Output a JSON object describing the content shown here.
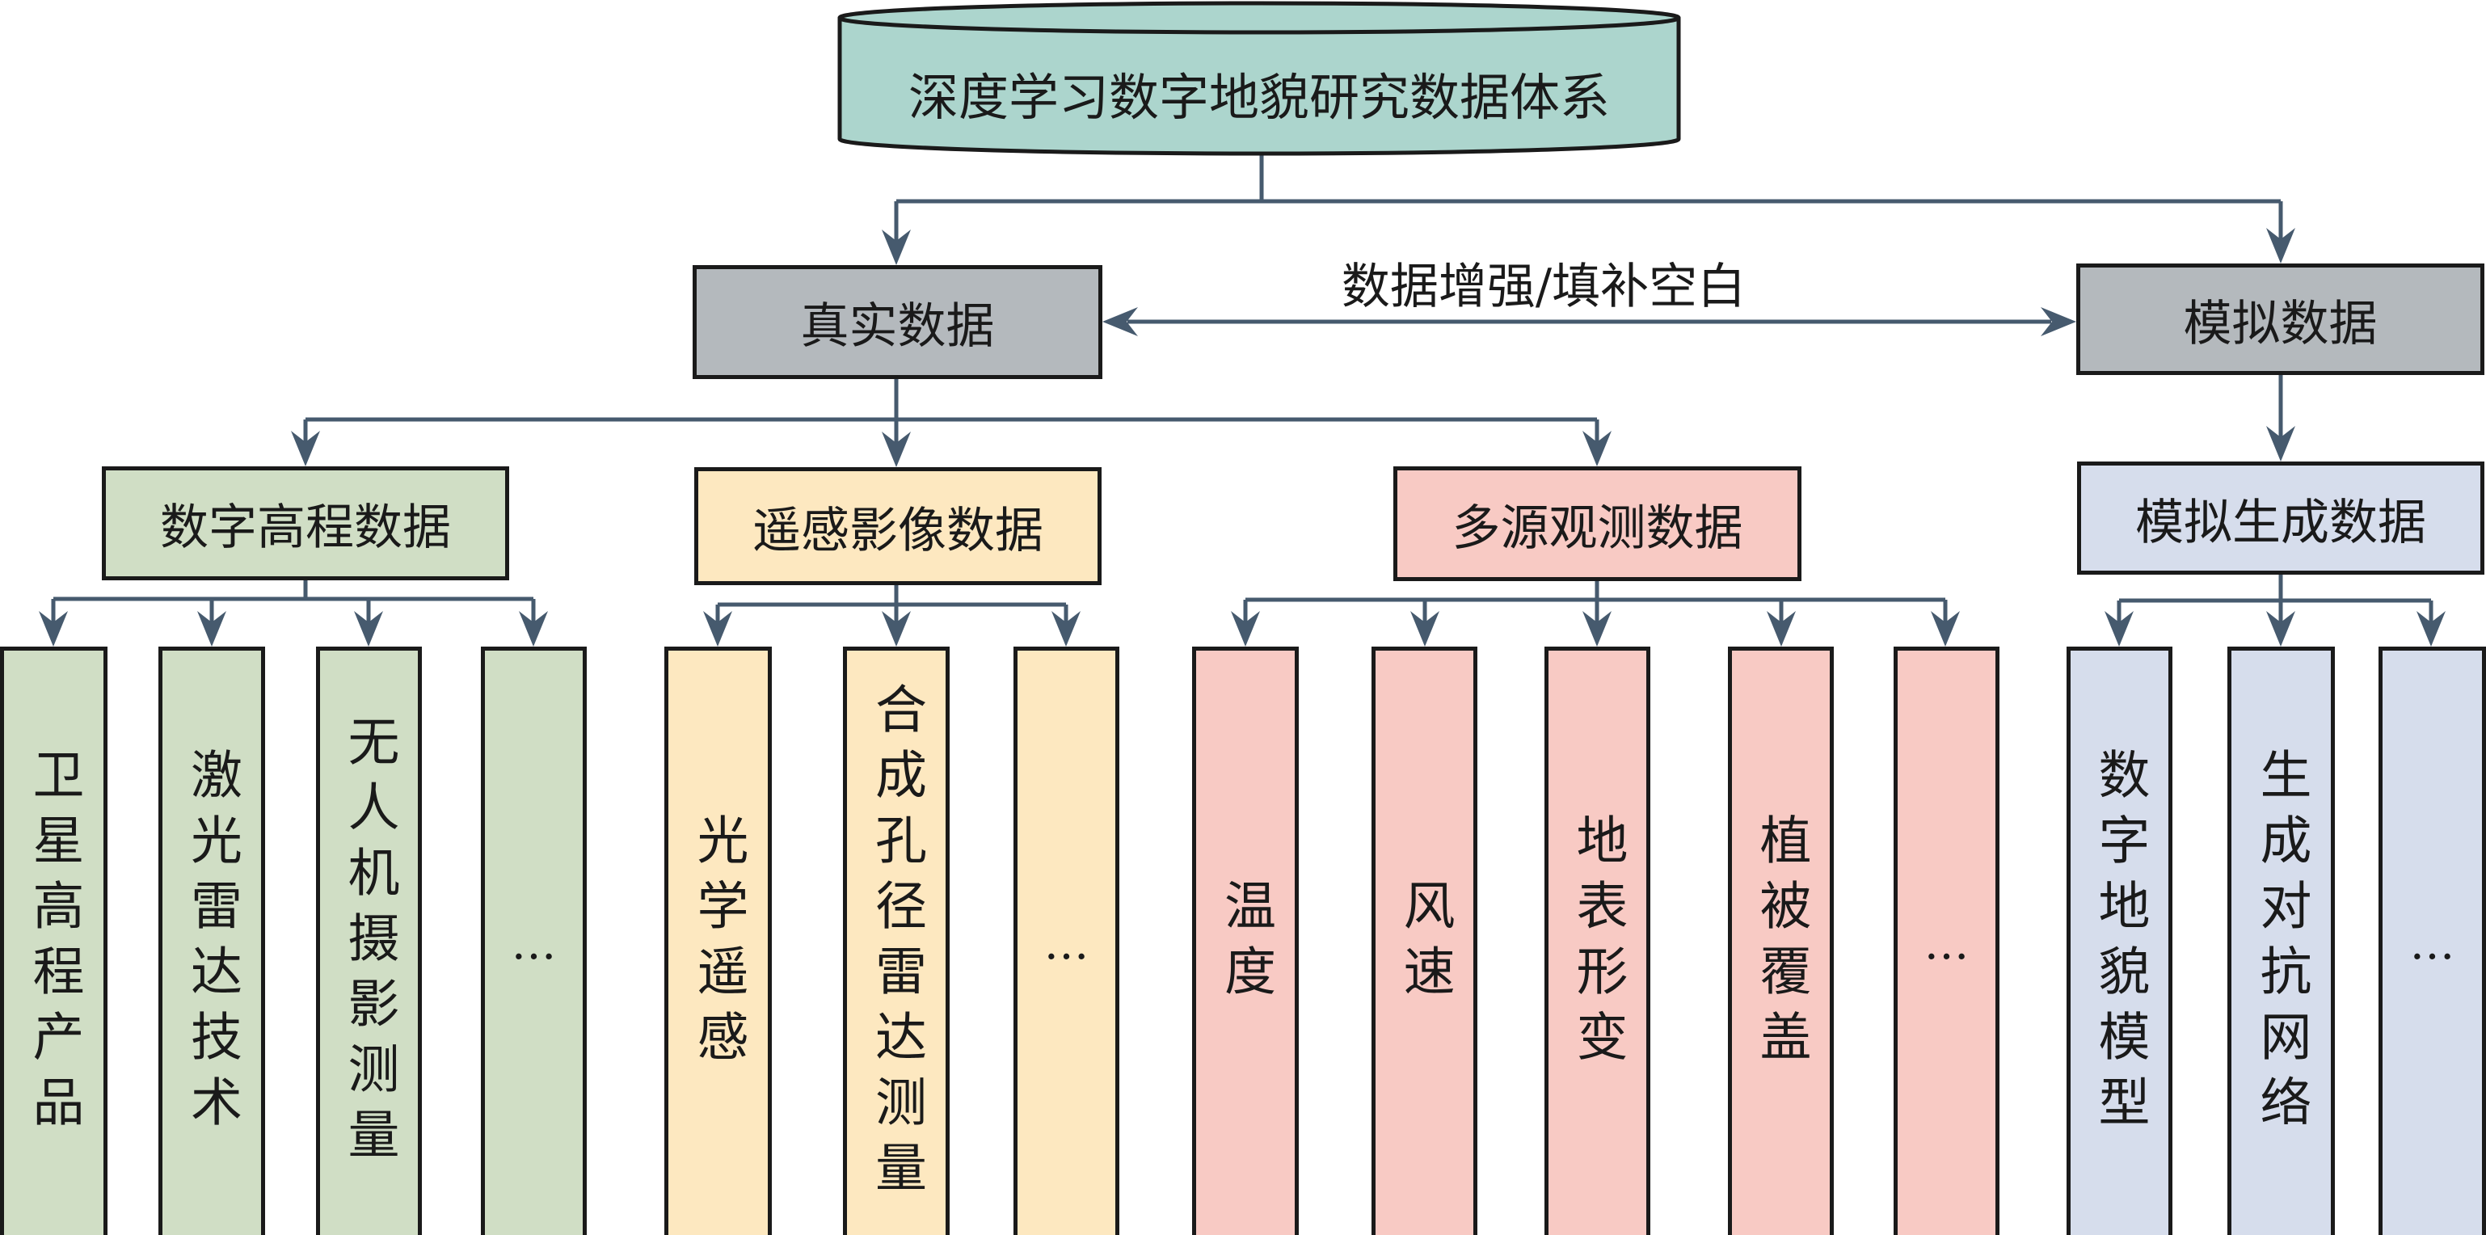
{
  "title": "深度学习数字地貌研究数据体系",
  "colors": {
    "root": "#acd5cd",
    "category": "#b4b9bd",
    "dem": "#d0dec5",
    "remote": "#fde8c0",
    "obs": "#f8cac4",
    "sim": "#d6ddec",
    "line": "#465a6e",
    "border": "#1a1a1a"
  },
  "edge_label": "数据增强/填补空白",
  "categories": {
    "real": "真实数据",
    "simulated": "模拟数据"
  },
  "groups": [
    {
      "id": "dem",
      "label": "数字高程数据",
      "items": [
        "卫星高程产品",
        "激光雷达技术",
        "无人机摄影测量",
        "…"
      ]
    },
    {
      "id": "remote",
      "label": "遥感影像数据",
      "items": [
        "光学遥感",
        "合成孔径雷达测量",
        "…"
      ]
    },
    {
      "id": "obs",
      "label": "多源观测数据",
      "items": [
        "温度",
        "风速",
        "地表形变",
        "植被覆盖",
        "…"
      ]
    },
    {
      "id": "sim",
      "label": "模拟生成数据",
      "items": [
        "数字地貌模型",
        "生成对抗网络",
        "…"
      ]
    }
  ]
}
